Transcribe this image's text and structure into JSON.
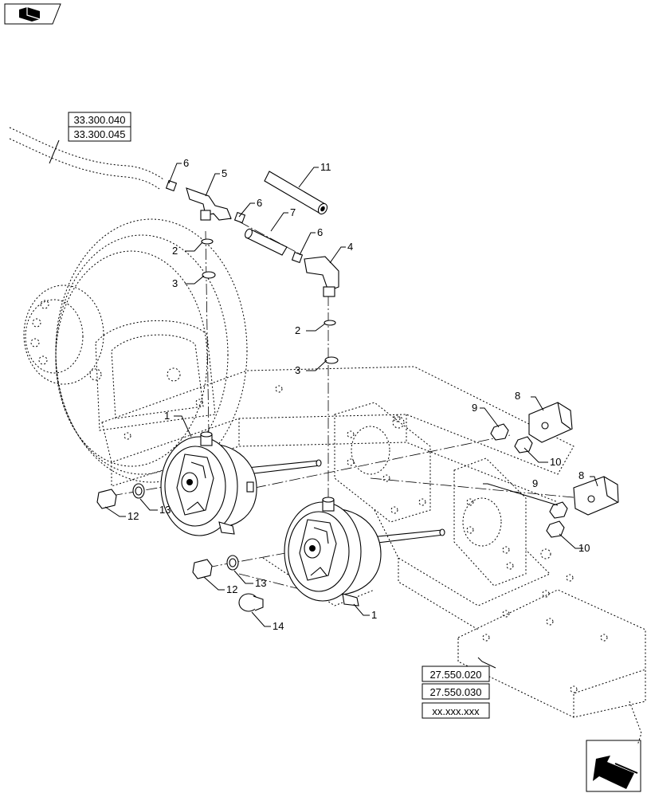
{
  "refs": {
    "top_left": [
      "33.300.040",
      "33.300.045"
    ],
    "bottom_right": [
      "27.550.020",
      "27.550.030",
      "xx.xxx.xxx"
    ]
  },
  "callouts": {
    "c1a": "1",
    "c1b": "1",
    "c2a": "2",
    "c2b": "2",
    "c3a": "3",
    "c3b": "3",
    "c4": "4",
    "c5": "5",
    "c6a": "6",
    "c6b": "6",
    "c6c": "6",
    "c7": "7",
    "c8a": "8",
    "c8b": "8",
    "c9a": "9",
    "c9b": "9",
    "c10a": "10",
    "c10b": "10",
    "c11": "11",
    "c12a": "12",
    "c12b": "12",
    "c13a": "13",
    "c13b": "13",
    "c14": "14"
  },
  "icons": {
    "top_left": "navigation-book-icon",
    "bottom_right": "next-page-arrow-icon"
  }
}
